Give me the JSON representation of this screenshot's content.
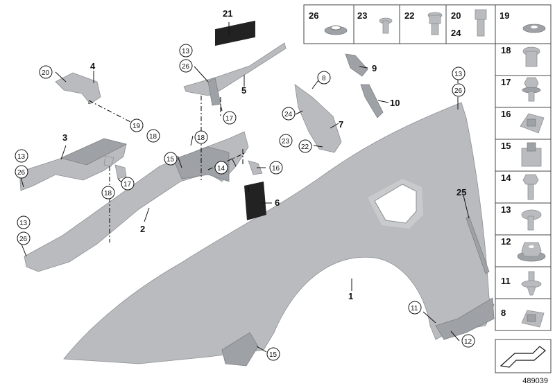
{
  "diagram_id": "489039",
  "callouts": {
    "c1": "1",
    "c2": "2",
    "c3": "3",
    "c4": "4",
    "c5": "5",
    "c6": "6",
    "c7": "7",
    "c8": "8",
    "c9": "9",
    "c10": "10",
    "c11a": "11",
    "c12a": "12",
    "c13a": "13",
    "c13b": "13",
    "c13c": "13",
    "c13d": "13",
    "c14": "14",
    "c15a": "15",
    "c15b": "15",
    "c16": "16",
    "c17a": "17",
    "c17b": "17",
    "c18a": "18",
    "c18b": "18",
    "c18c": "18",
    "c19": "19",
    "c20": "20",
    "c21": "21",
    "c22": "22",
    "c23": "23",
    "c24": "24",
    "c25": "25",
    "c26a": "26",
    "c26b": "26",
    "c26c": "26",
    "c26d": "26"
  },
  "legend_top": [
    {
      "label": "26"
    },
    {
      "label": "23"
    },
    {
      "label": "22"
    },
    {
      "label": "20",
      "label2": "24"
    },
    {
      "label": "19"
    }
  ],
  "legend_right": [
    {
      "label": "18"
    },
    {
      "label": "17"
    },
    {
      "label": "16"
    },
    {
      "label": "15"
    },
    {
      "label": "14"
    },
    {
      "label": "13"
    },
    {
      "label": "12"
    },
    {
      "label": "11"
    },
    {
      "label": "8"
    }
  ]
}
